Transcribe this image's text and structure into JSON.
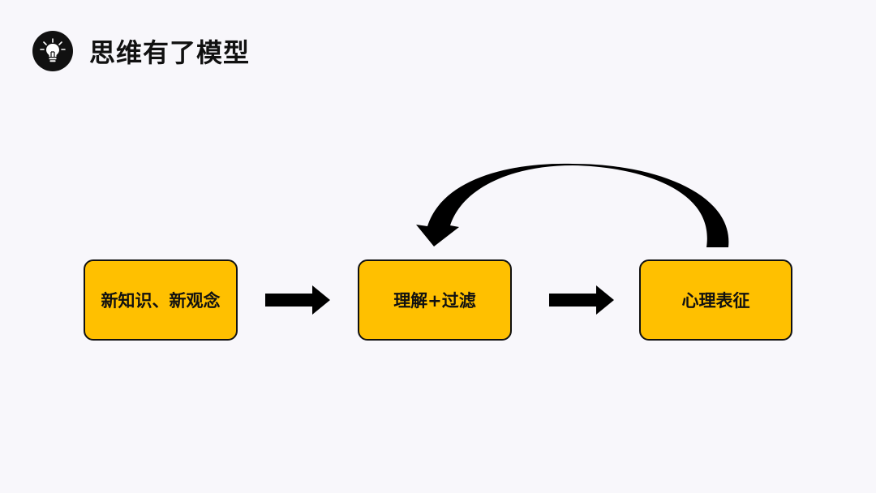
{
  "header": {
    "title": "思维有了模型",
    "icon": "lightbulb-icon"
  },
  "diagram": {
    "nodes": [
      {
        "label": "新知识、新观念"
      },
      {
        "label": "理解+过滤"
      },
      {
        "label": "心理表征"
      }
    ],
    "edges": [
      {
        "from": 0,
        "to": 1,
        "kind": "straight-arrow"
      },
      {
        "from": 1,
        "to": 2,
        "kind": "straight-arrow"
      },
      {
        "from": 2,
        "to": 1,
        "kind": "curved-feedback-arrow"
      }
    ]
  },
  "colors": {
    "background": "#f8f7fb",
    "box_fill": "#ffc000",
    "box_border": "#111111",
    "arrow": "#000000",
    "title": "#111111"
  }
}
